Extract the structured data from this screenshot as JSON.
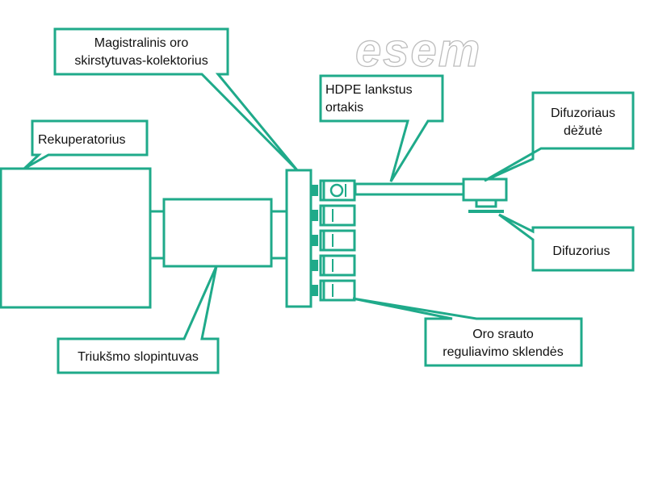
{
  "diagram": {
    "watermark": "esem",
    "colors": {
      "accent": "#1faa8a",
      "stroke": "#1faa8a",
      "background": "#ffffff",
      "text": "#111111",
      "watermark_stroke": "#bdbdbd"
    },
    "callouts": {
      "magistralinis": {
        "lines": [
          "Magistralinis oro",
          "skirstytuvas-kolektorius"
        ]
      },
      "rekuperatorius": {
        "lines": [
          "Rekuperatorius"
        ]
      },
      "hdpe": {
        "lines": [
          "HDPE lankstus",
          "ortakis"
        ]
      },
      "difuzoriaus_dezute": {
        "lines": [
          "Difuzoriaus",
          "dėžutė"
        ]
      },
      "difuzorius": {
        "lines": [
          "Difuzorius"
        ]
      },
      "triuksmo": {
        "lines": [
          "Triukšmo slopintuvas"
        ]
      },
      "oro_srauto": {
        "lines": [
          "Oro srauto",
          "reguliavimo sklendės"
        ]
      }
    }
  }
}
